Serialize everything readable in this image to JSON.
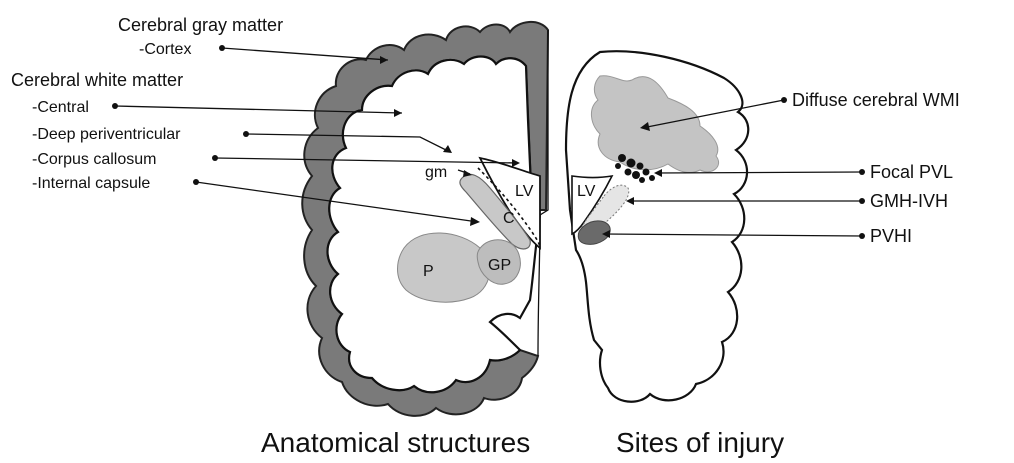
{
  "labels_left": {
    "cerebral_gray_matter": "Cerebral gray matter",
    "cortex": "-Cortex",
    "cerebral_white_matter": "Cerebral white matter",
    "central": "-Central",
    "deep_periventricular": "-Deep periventricular",
    "corpus_callosum": "-Corpus callosum",
    "internal_capsule": "-Internal capsule"
  },
  "labels_right": {
    "diffuse_wmi": "Diffuse cerebral WMI",
    "focal_pvl": "Focal PVL",
    "gmh_ivh": "GMH-IVH",
    "pvhi": "PVHI"
  },
  "inside_labels": {
    "gm": "gm",
    "lv_left": "LV",
    "lv_right": "LV",
    "c": "C",
    "p": "P",
    "gp": "GP"
  },
  "captions": {
    "left": "Anatomical structures",
    "right": "Sites of injury"
  },
  "colors": {
    "gray_matter": "#7a7a7a",
    "light_gray": "#c8c8c8",
    "medium_gray": "#b5b5b5",
    "dark_gray": "#6a6a6a",
    "lines": "#111111"
  }
}
